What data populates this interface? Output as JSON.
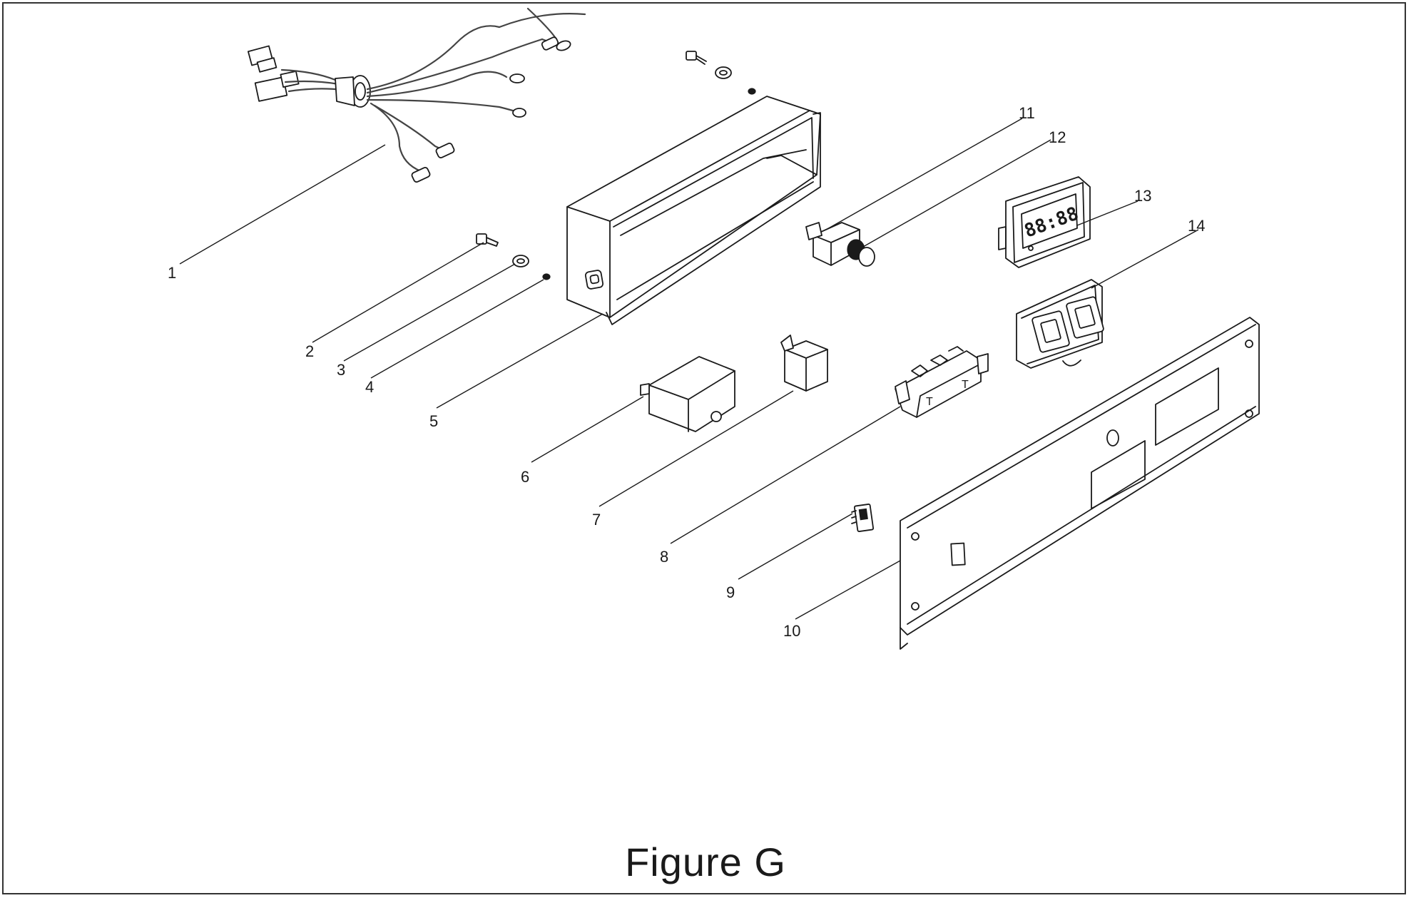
{
  "figure": {
    "title": "Figure G"
  },
  "callouts": [
    {
      "id": "1",
      "text": "1"
    },
    {
      "id": "2",
      "text": "2"
    },
    {
      "id": "3",
      "text": "3"
    },
    {
      "id": "4",
      "text": "4"
    },
    {
      "id": "5",
      "text": "5"
    },
    {
      "id": "6",
      "text": "6"
    },
    {
      "id": "7",
      "text": "7"
    },
    {
      "id": "8",
      "text": "8"
    },
    {
      "id": "9",
      "text": "9"
    },
    {
      "id": "10",
      "text": "10"
    },
    {
      "id": "11",
      "text": "11"
    },
    {
      "id": "12",
      "text": "12"
    },
    {
      "id": "13",
      "text": "13"
    },
    {
      "id": "14",
      "text": "14"
    }
  ],
  "parts": {
    "meter_display": "88:88"
  }
}
